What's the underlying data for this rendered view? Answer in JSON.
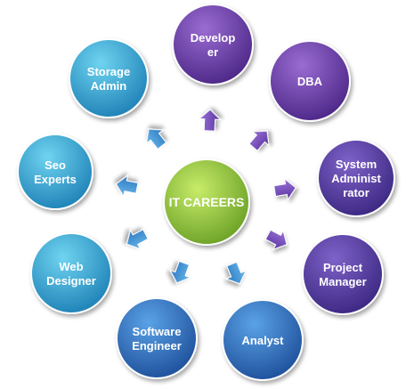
{
  "center": {
    "label": "IT CAREERS",
    "color": "#8fc23a"
  },
  "nodes": [
    {
      "id": "developer",
      "lines": [
        "Develop",
        "er"
      ],
      "color": "#6b3fa0"
    },
    {
      "id": "dba",
      "lines": [
        "DBA"
      ],
      "color": "#5b3596"
    },
    {
      "id": "system-administrator",
      "lines": [
        "System",
        "Administ",
        "rator"
      ],
      "color": "#55309a"
    },
    {
      "id": "project-manager",
      "lines": [
        "Project",
        "Manager"
      ],
      "color": "#4a2f8e"
    },
    {
      "id": "analyst",
      "lines": [
        "Analyst"
      ],
      "color": "#2d5aa8"
    },
    {
      "id": "software-engineer",
      "lines": [
        "Software",
        "Engineer"
      ],
      "color": "#2c7fc0"
    },
    {
      "id": "web-designer",
      "lines": [
        "Web",
        "Designer"
      ],
      "color": "#2a86c4"
    },
    {
      "id": "seo-experts",
      "lines": [
        "Seo",
        "Experts"
      ],
      "color": "#2a9fcf"
    },
    {
      "id": "storage-admin",
      "lines": [
        "Storage",
        "Admin"
      ],
      "color": "#27a8d3"
    }
  ]
}
